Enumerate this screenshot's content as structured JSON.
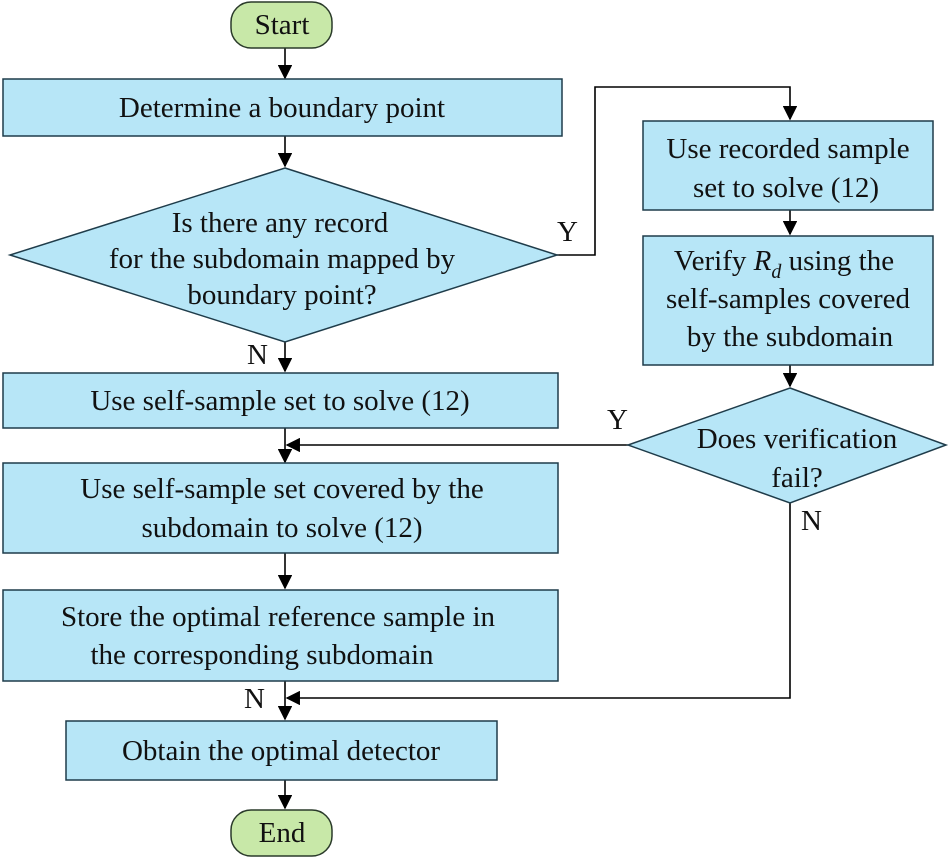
{
  "nodes": {
    "start": "Start",
    "determine": "Determine a boundary point",
    "decision_record": [
      "Is there any record",
      "for the subdomain mapped by",
      "boundary point?"
    ],
    "use_self_sample": "Use self-sample set to solve (12)",
    "use_self_sample_covered": [
      "Use self-sample set covered by the",
      "subdomain to solve (12)"
    ],
    "store": [
      "Store the optimal reference sample in",
      "the corresponding subdomain"
    ],
    "obtain": "Obtain the optimal detector",
    "end": "End",
    "use_recorded": [
      "Use recorded sample",
      "set to solve (12)"
    ],
    "verify": {
      "prefix": "Verify ",
      "var": "R",
      "subscript": "d",
      "suffix": " using the",
      "line2": "self-samples covered",
      "line3": "by the subdomain"
    },
    "decision_verify": [
      "Does verification",
      "fail?"
    ]
  },
  "edge_labels": {
    "record_yes": "Y",
    "record_no": "N",
    "verify_yes": "Y",
    "verify_no": "N",
    "merge_no": "N"
  }
}
